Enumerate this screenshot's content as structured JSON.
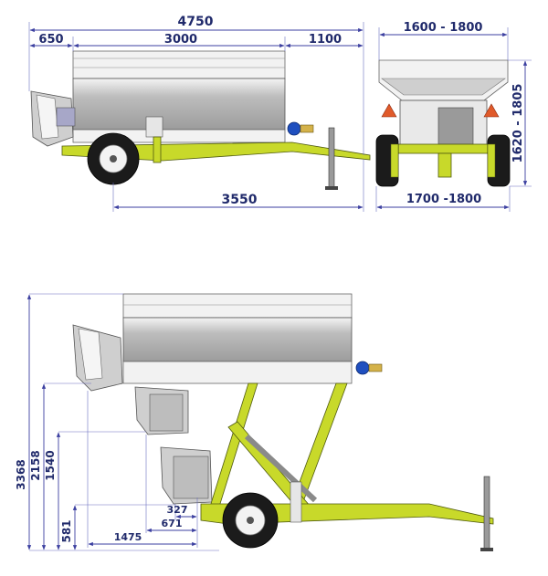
{
  "dimensions": {
    "overall_length": "4750",
    "front_overhang": "650",
    "body_length": "3000",
    "drawbar_length": "1100",
    "wheel_to_jack": "3550",
    "width_top": "1600 - 1800",
    "height_side": "1620 - 1805",
    "track_width": "1700 -1800",
    "raised_height": "3368",
    "h_2158": "2158",
    "h_1540": "1540",
    "h_581": "581",
    "reach_327": "327",
    "reach_671": "671",
    "reach_1475": "1475"
  },
  "colors": {
    "frame": "#c8d92a",
    "dimension_line": "#3b3fa0",
    "dimension_text": "#202a6b",
    "hopper": "#cfcfcf",
    "tyre": "#1b1b1b",
    "hydraulic_blue": "#1f4fbf",
    "reflector": "#e05a2a"
  }
}
